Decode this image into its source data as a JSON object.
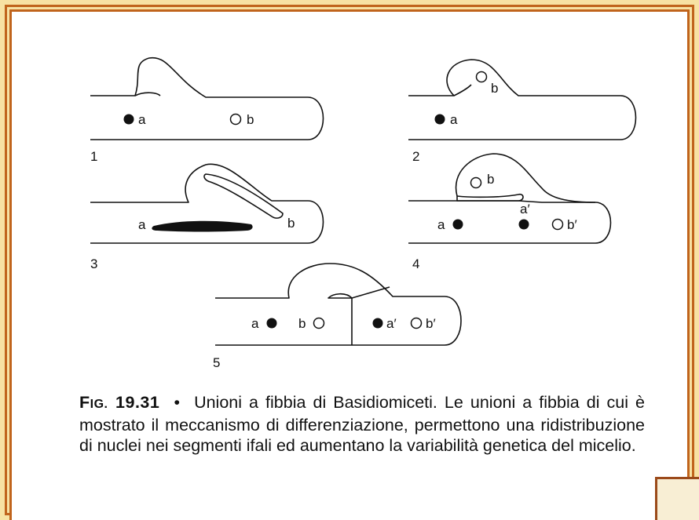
{
  "figure": {
    "panels": [
      {
        "number": "1",
        "labels": [
          "a",
          "b"
        ]
      },
      {
        "number": "2",
        "labels": [
          "a",
          "b"
        ]
      },
      {
        "number": "3",
        "labels": [
          "a",
          "b"
        ]
      },
      {
        "number": "4",
        "labels": [
          "a",
          "a′",
          "b′",
          "b"
        ]
      },
      {
        "number": "5",
        "labels": [
          "a",
          "b",
          "a′",
          "b′"
        ]
      }
    ]
  },
  "caption": {
    "fig_label_prefix": "F",
    "fig_label_smallcaps": "IG.",
    "fig_number": "19.31",
    "bullet": "•",
    "text": "Unioni a fibbia di Basidiomiceti. Le unioni a fibbia di cui è mostrato il meccanismo di differenziazione, permettono una ridistribuzione di nuclei nei segmenti ifali ed aumentano la variabilità genetica del micelio."
  },
  "colors": {
    "background": "#f7e2a3",
    "border": "#c0641c",
    "card": "#ffffff",
    "ink": "#111111"
  }
}
